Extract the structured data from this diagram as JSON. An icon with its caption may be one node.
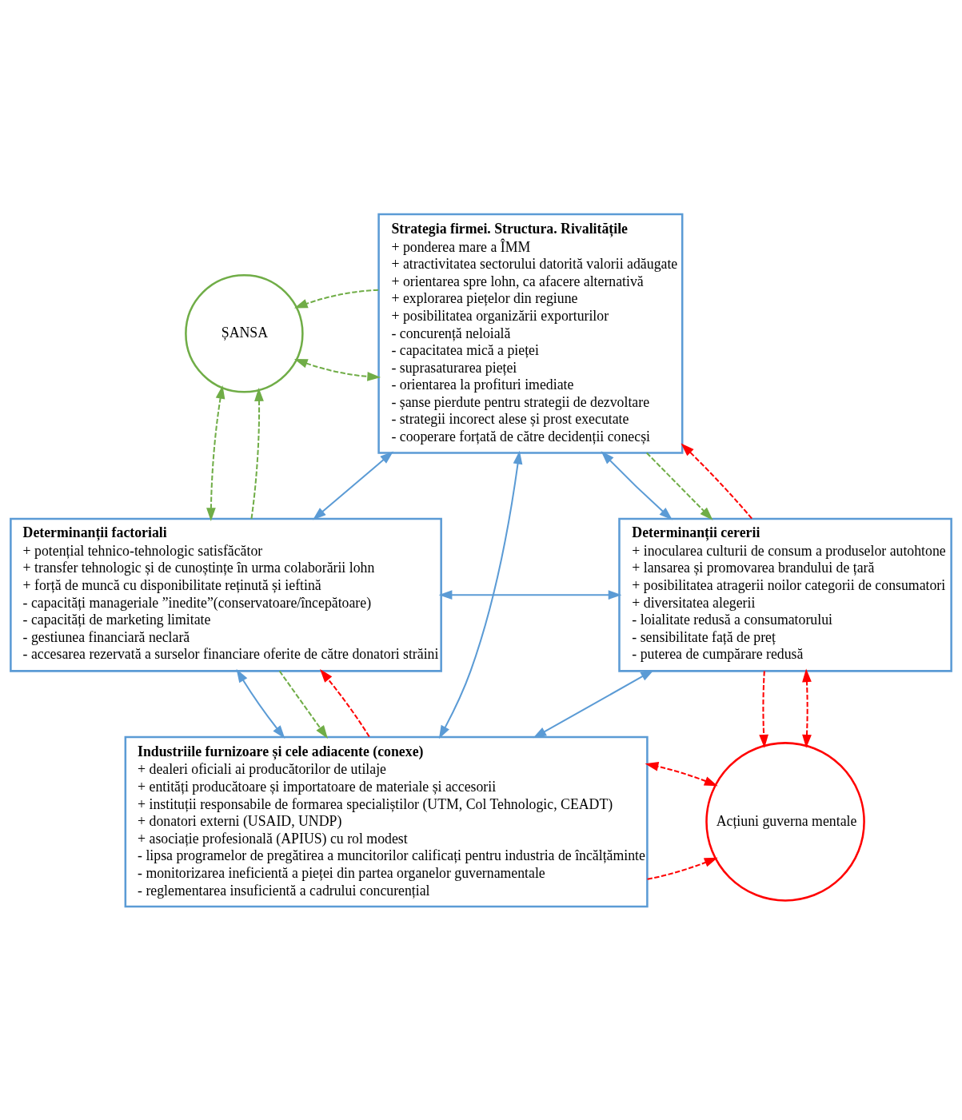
{
  "diagram": {
    "nodes": [
      {
        "text": [
          "ȘANSA"
        ]
      },
      {
        "text": [
          "Strategia firmei. Structura. Rivalitățile",
          "+ ponderea mare a ÎMM",
          "+ atractivitatea sectorului datorită valorii adăugate",
          "+ orientarea spre lohn, ca afacere alternativă",
          "+ explorarea piețelor din regiune",
          "+ posibilitatea organizării exporturilor",
          "- concurență neloială",
          "- capacitatea mică a pieței",
          "- suprasaturarea pieței",
          "- orientarea la profituri imediate",
          "- șanse pierdute pentru strategii de dezvoltare",
          "- strategii incorect alese și prost executate",
          "- cooperare forțată de către decidenții conecși"
        ]
      },
      {
        "text": [
          "Determinanții factoriali",
          "+ potențial tehnico-tehnologic satisfăcător",
          "+ transfer tehnologic și de cunoștințe în urma colaborării lohn",
          "+ forță de muncă cu disponibilitate reținută și ieftină",
          "- capacități manageriale ”inedite”(conservatoare/începătoare)",
          "- capacități de marketing limitate",
          "- gestiunea financiară neclară",
          "- accesarea rezervată a surselor financiare oferite de către donatori străini"
        ]
      },
      {
        "text": [
          "Determinanții cererii",
          "+ inocularea culturii de consum a produselor autohtone",
          "+ lansarea și promovarea brandului de țară",
          "+ posibilitatea atragerii noilor categorii de consumatori",
          "+ diversitatea alegerii",
          "- loialitate redusă a consumatorului",
          "- sensibilitate față de preț",
          "- puterea de cumpărare redusă"
        ]
      },
      {
        "text": [
          "Industriile furnizoare și cele adiacente (conexe)",
          "+ dealeri oficiali ai producătorilor de utilaje",
          "+ entități producătoare și importatoare de materiale și accesorii",
          "+ instituții responsabile de formarea specialiștilor (UTM, Col Tehnologic, CEADT)",
          "+ donatori externi (USAID, UNDP)",
          "+ asociație profesională (APIUS) cu rol modest",
          "- lipsa programelor de pregătirea a muncitorilor calificați pentru industria de încălțăminte",
          "- monitorizarea ineficientă a pieței din partea organelor guvernamentale",
          "- reglementarea insuficientă a cadrului concurențial"
        ]
      },
      {
        "text": [
          "Acțiuni guverna mentale"
        ]
      }
    ],
    "edges": [
      {
        "from": 2,
        "to": 1,
        "arrow": "both"
      },
      {
        "from": 1,
        "to": 3,
        "arrow": "both"
      },
      {
        "from": 1,
        "to": 4,
        "arrow": "both"
      },
      {
        "from": 2,
        "to": 3,
        "arrow": "both"
      },
      {
        "from": 2,
        "to": 4,
        "arrow": "both"
      },
      {
        "from": 3,
        "to": 4,
        "arrow": "both"
      },
      {
        "from": 0,
        "to": 1,
        "arrow": "both",
        "style": "dashed",
        "color": "#70ad47"
      },
      {
        "from": 0,
        "to": 2,
        "arrow": "both",
        "style": "dashed",
        "color": "#70ad47"
      },
      {
        "from": 1,
        "to": 0,
        "arrow": "to",
        "style": "dashed",
        "color": "#70ad47"
      },
      {
        "from": 2,
        "to": 0,
        "arrow": "to",
        "style": "dashed",
        "color": "#70ad47"
      },
      {
        "from": 1,
        "to": 3,
        "arrow": "to",
        "style": "dashed",
        "color": "#70ad47"
      },
      {
        "from": 2,
        "to": 4,
        "arrow": "to",
        "style": "dashed",
        "color": "#70ad47"
      },
      {
        "from": 3,
        "to": 1,
        "arrow": "to",
        "style": "dashed",
        "color": "#ff0000"
      },
      {
        "from": 4,
        "to": 2,
        "arrow": "to",
        "style": "dashed",
        "color": "#ff0000"
      },
      {
        "from": 3,
        "to": 5,
        "arrow": "to",
        "style": "dashed",
        "color": "#ff0000"
      },
      {
        "from": 5,
        "to": 3,
        "arrow": "both",
        "style": "dashed",
        "color": "#ff0000"
      },
      {
        "from": 4,
        "to": 5,
        "arrow": "to",
        "style": "dashed",
        "color": "#ff0000"
      },
      {
        "from": 5,
        "to": 4,
        "arrow": "both",
        "style": "dashed",
        "color": "#ff0000"
      }
    ]
  }
}
